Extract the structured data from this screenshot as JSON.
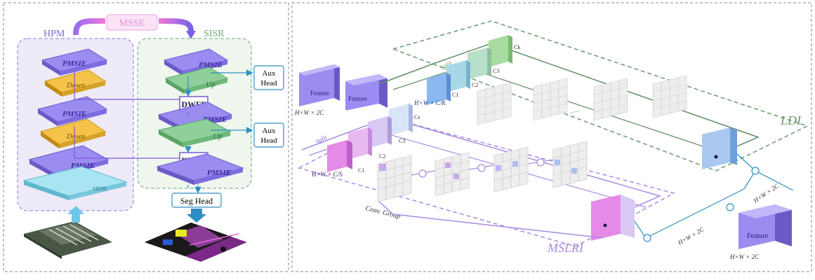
{
  "left_panel": {
    "hpm_label": "HPM",
    "msse_label": "MSSE",
    "sisr_label": "SISR",
    "encoder_layers": [
      "PMSIE",
      "Down",
      "PMSIE",
      "Down",
      "PMSIE",
      "stem"
    ],
    "decoder_layers": [
      "PMSIE",
      "Up",
      "DWFF",
      "PMSIE",
      "Up",
      "DWFF",
      "PMSIE"
    ],
    "aux_head_1": [
      "Aux",
      "Head"
    ],
    "aux_head_2": [
      "Aux",
      "Head"
    ],
    "seg_head": "Seg Head"
  },
  "right_panel": {
    "feature_in_1": "Feature",
    "feature_in_2": "Feature",
    "input_dim": "H×W × 2C",
    "split_top": "Split",
    "split_bottom": "Split",
    "ldi_label": "LDI",
    "mslri_label": "MSLRI",
    "ldi_dim": "H×W × C/K",
    "mslri_dim": "H×W × C/S",
    "ldi_channels": [
      "C1",
      "C2",
      "C3",
      "Ck"
    ],
    "mslri_channels": [
      "C1",
      "C2",
      "C3",
      "Cs"
    ],
    "ellipsis": "......",
    "conv_group": "Conv. Group",
    "out_dim_1": "H×W × 2C",
    "out_dim_2": "H×W × 2C",
    "feature_out": "Feature",
    "feature_out_dim": "H×W × 2C"
  },
  "colors": {
    "pmsie": "#9b8cf2",
    "down": "#f5c24a",
    "up": "#8fd09a",
    "stem": "#a9e4f2",
    "ldi_line": "#5f8f63",
    "mslri_line": "#a98be0",
    "blue_line": "#2f8fc4",
    "msse_pink": "#f2b7ea"
  }
}
